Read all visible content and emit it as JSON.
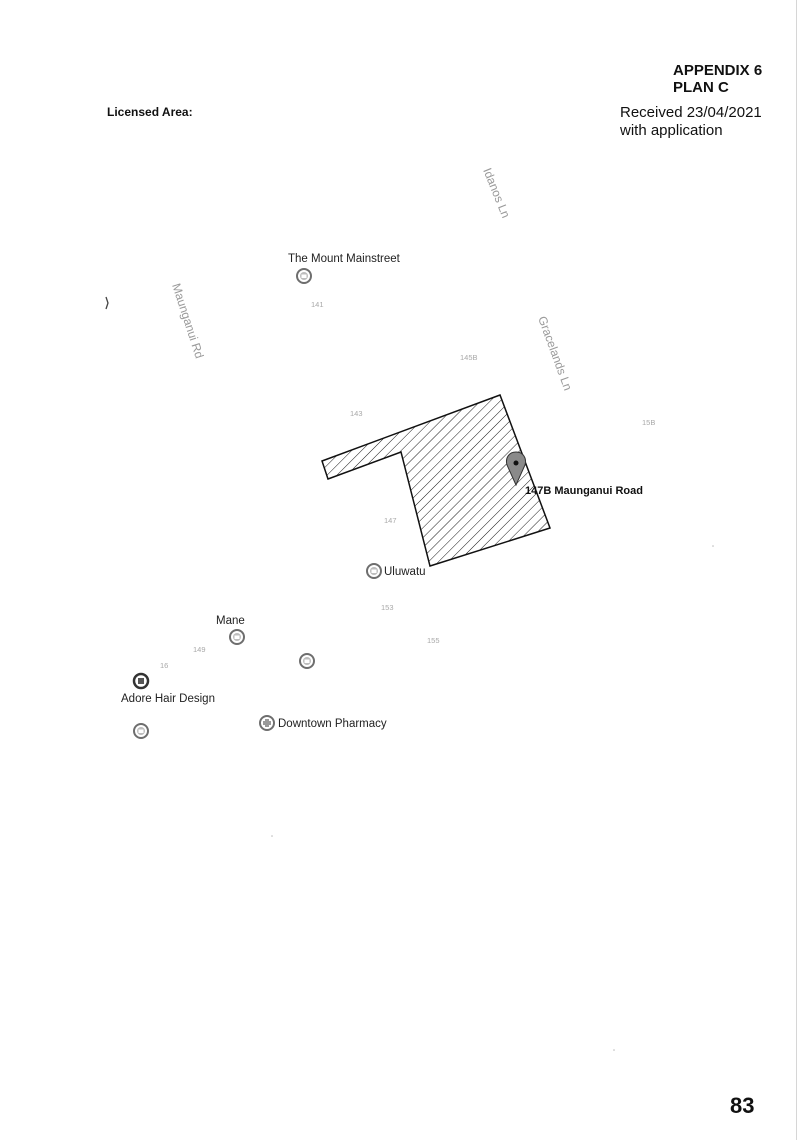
{
  "header": {
    "appendix": "APPENDIX 6",
    "plan": "PLAN C",
    "received_line1": "Received 23/04/2021",
    "received_line2": "with application",
    "licensed_area": "Licensed Area:"
  },
  "page_number": "83",
  "map": {
    "address": "147B Maunganui Road",
    "streets": {
      "maunganui_rd": "Maunganui Rd",
      "grace_lane": "Gracelands Ln",
      "top_lane": "Idanos Ln"
    },
    "pois": {
      "mainstreet": "The Mount Mainstreet",
      "uluwatu": "Uluwatu",
      "mane": "Mane",
      "adore": "Adore Hair Design",
      "pharmacy": "Downtown Pharmacy"
    },
    "numbers": {
      "n141": "141",
      "n145b": "145B",
      "n143": "143",
      "n147": "147",
      "n153": "153",
      "n155": "155",
      "n149": "149",
      "n16": "16",
      "n15b": "15B"
    },
    "icons": {
      "shop": "shop-icon",
      "pin": "map-pin-icon",
      "health": "health-icon"
    }
  }
}
